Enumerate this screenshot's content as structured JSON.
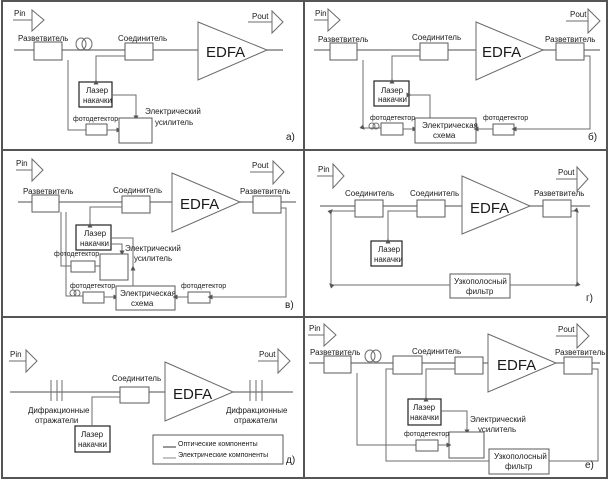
{
  "figure": {
    "panels": [
      {
        "tag": "а)",
        "pin": "Pin",
        "pout": "Pout",
        "labels": {
          "splitter": "Разветвитель",
          "coupler": "Соединитель",
          "edfa": "EDFA",
          "laser_line1": "Лазер",
          "laser_line2": "накачки",
          "photodetector": "фотодетектор",
          "amp_line1": "Электрический",
          "amp_line2": "усилитель"
        }
      },
      {
        "tag": "б)",
        "pin": "Pin",
        "pout": "Pout",
        "labels": {
          "splitter_in": "Разветвитель",
          "coupler": "Соединитель",
          "edfa": "EDFA",
          "splitter_out": "Разветвитель",
          "laser_line1": "Лазер",
          "laser_line2": "накачки",
          "photodetector_left": "фотодетектор",
          "photodetector_right": "фотодетектор",
          "circuit_line1": "Электрическая",
          "circuit_line2": "схема"
        }
      },
      {
        "tag": "в)",
        "pin": "Pin",
        "pout": "Pout",
        "labels": {
          "splitter_in": "Разветвитель",
          "coupler": "Соединитель",
          "edfa": "EDFA",
          "splitter_out": "Разветвитель",
          "laser_line1": "Лазер",
          "laser_line2": "накачки",
          "amp_line1": "Электрический",
          "amp_line2": "усилитель",
          "photodetector_amp": "фотодетектор",
          "photodetector_left": "фотодетектор",
          "photodetector_right": "фотодетектор",
          "circuit_line1": "Электрическая",
          "circuit_line2": "схема"
        }
      },
      {
        "tag": "г)",
        "pin": "Pin",
        "pout": "Pout",
        "labels": {
          "coupler1": "Соединитель",
          "coupler2": "Соединитель",
          "edfa": "EDFA",
          "splitter_out": "Разветвитель",
          "laser_line1": "Лазер",
          "laser_line2": "накачки",
          "filter_line1": "Узкополосный",
          "filter_line2": "фильтр"
        }
      },
      {
        "tag": "д)",
        "pin": "Pin",
        "pout": "Pout",
        "labels": {
          "coupler": "Соединитель",
          "edfa": "EDFA",
          "grating_left_line1": "Дифракционные",
          "grating_left_line2": "отражатели",
          "grating_right_line1": "Дифракционные",
          "grating_right_line2": "отражатели",
          "laser_line1": "Лазер",
          "laser_line2": "накачки"
        },
        "legend": [
          {
            "label": "Оптические компоненты",
            "color": "#8a8a8a"
          },
          {
            "label": "Электрические компоненты",
            "color": "#6e6e6e"
          }
        ]
      },
      {
        "tag": "е)",
        "pin": "Pin",
        "pout": "Pout",
        "labels": {
          "splitter_in": "Разветвитель",
          "coupler": "Соединитель",
          "edfa": "EDFA",
          "splitter_out": "Разветвитель",
          "laser_line1": "Лазер",
          "laser_line2": "накачки",
          "photodetector": "фотодетектор",
          "amp_line1": "Электрический",
          "amp_line2": "усилитель",
          "filter_line1": "Узкополосный",
          "filter_line2": "фильтр"
        }
      }
    ]
  }
}
